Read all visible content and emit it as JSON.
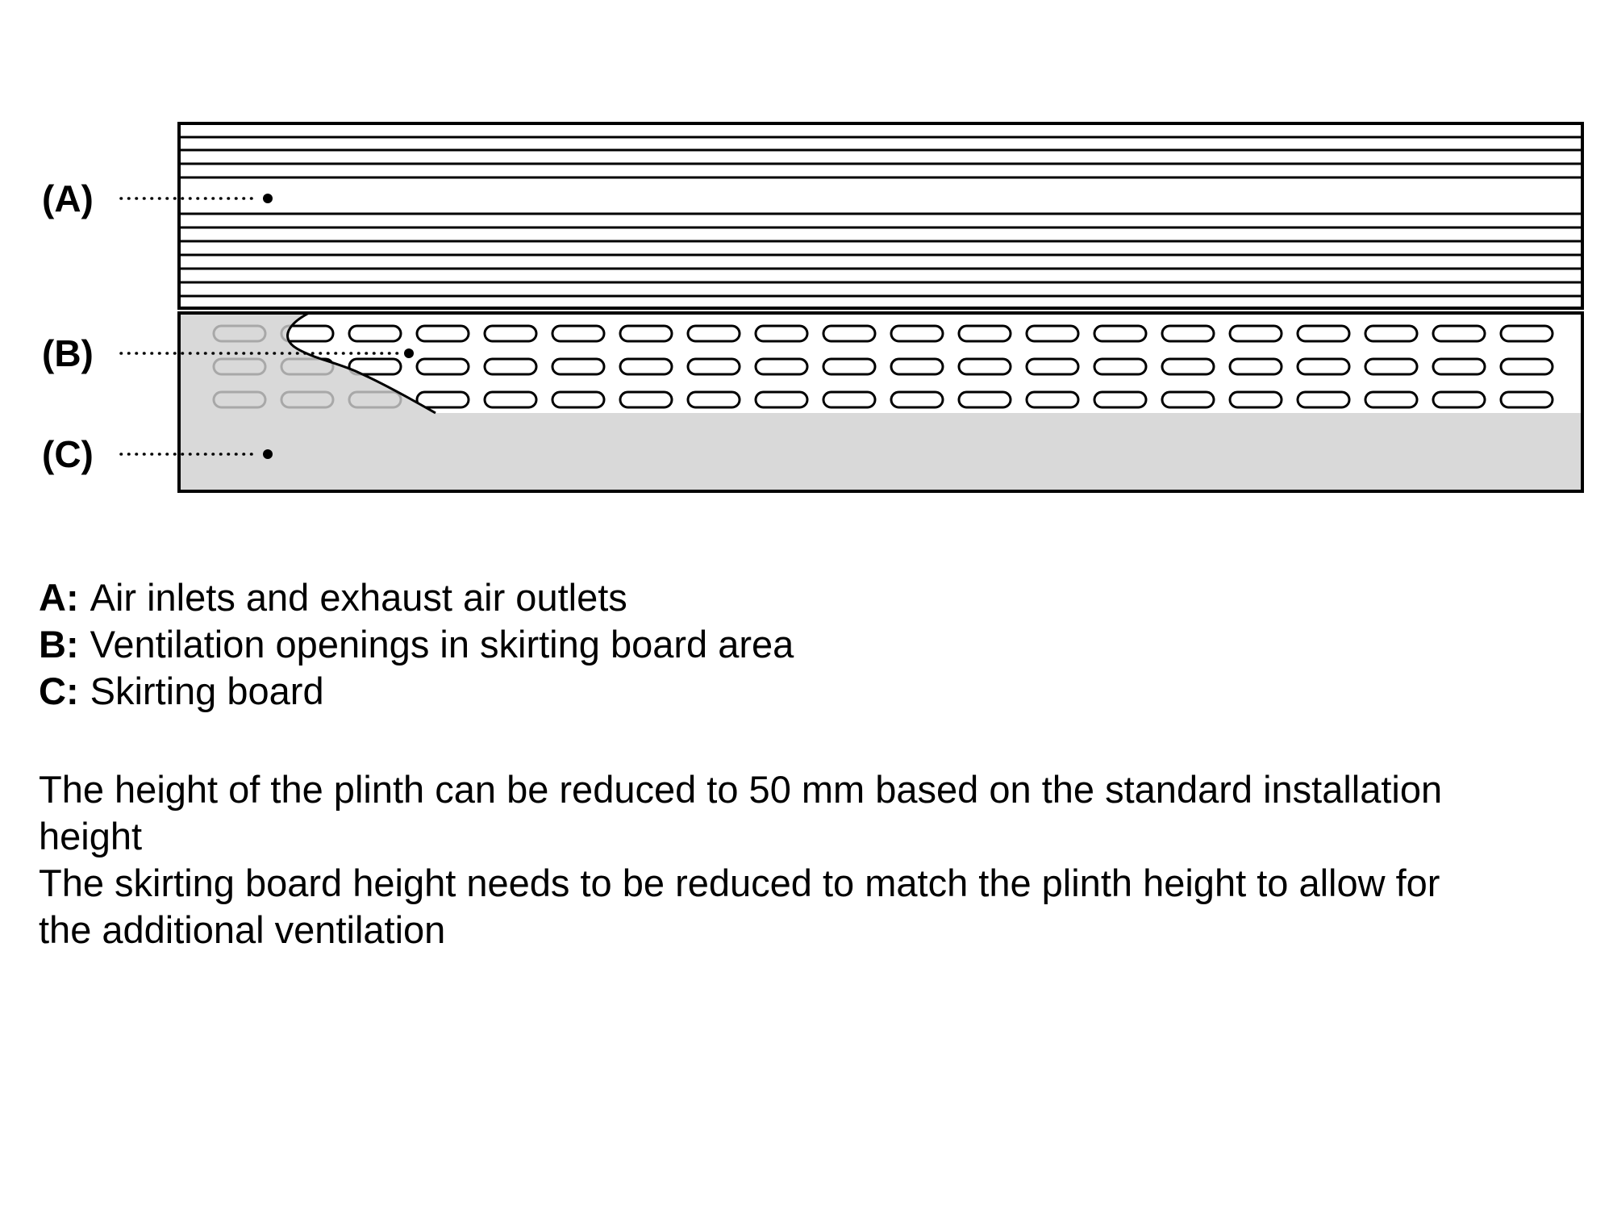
{
  "diagram": {
    "labels": {
      "a": "(A)",
      "b": "(B)",
      "c": "(C)"
    },
    "colors": {
      "outline": "#000000",
      "skirting_gray": "#d9d9d9",
      "hidden_slot_gray": "#a8a8a8"
    }
  },
  "legend": {
    "items": [
      {
        "key": "A:",
        "text": "Air inlets and exhaust air outlets"
      },
      {
        "key": "B:",
        "text": "Ventilation openings in skirting board area"
      },
      {
        "key": "C:",
        "text": "Skirting board"
      }
    ]
  },
  "notes": [
    "The height of the plinth can be reduced to 50 mm based on the standard installation height",
    "The skirting board height needs to be reduced to match the plinth height to allow for the additional ventilation"
  ]
}
